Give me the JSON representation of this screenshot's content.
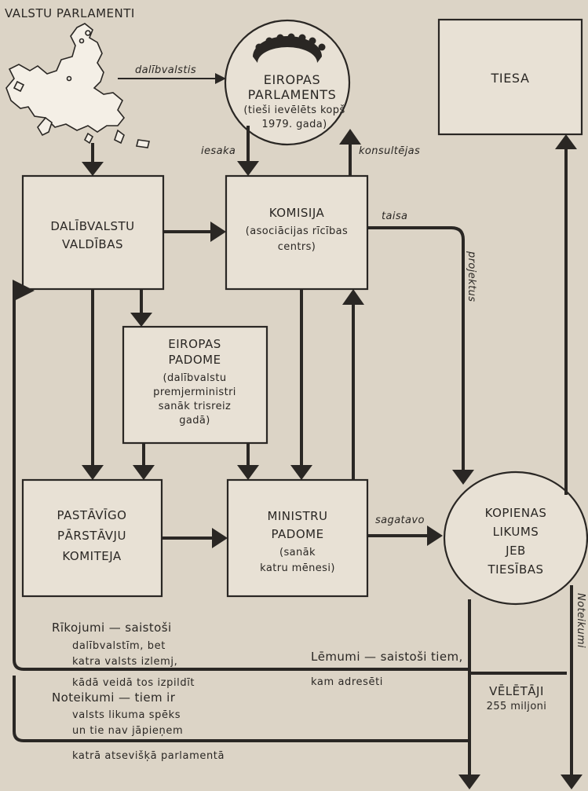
{
  "title": "VALSTU PARLAMENTI",
  "nodes": {
    "eiropas_parlaments": {
      "lines": [
        "EIROPAS",
        "PARLAMENTS"
      ],
      "sub": [
        "(tieši ievēlēts kopš",
        "1979. gada)"
      ]
    },
    "tiesa": {
      "lines": [
        "TIESA"
      ]
    },
    "dalibvalstu_valdibas": {
      "lines": [
        "DALĪBVALSTU",
        "VALDĪBAS"
      ]
    },
    "komisija": {
      "lines": [
        "KOMISIJA"
      ],
      "sub": [
        "(asociācijas rīcības",
        "centrs)"
      ]
    },
    "eiropas_padome": {
      "lines": [
        "EIROPAS",
        "PADOME"
      ],
      "sub": [
        "(dalībvalstu",
        "premjerministri",
        "sanāk trisreiz",
        "gadā)"
      ]
    },
    "pastavigo_komiteja": {
      "lines": [
        "PASTĀVĪGO",
        "PĀRSTĀVJU",
        "KOMITEJA"
      ]
    },
    "ministru_padome": {
      "lines": [
        "MINISTRU",
        "PADOME"
      ],
      "sub": [
        "(sanāk",
        "katru mēnesi)"
      ]
    },
    "kopienas_likums": {
      "lines": [
        "KOPIENAS",
        "LIKUMS",
        "JEB",
        "TIESĪBAS"
      ]
    },
    "veletaji": {
      "lines": [
        "VĒLĒTĀJI",
        "255 miljoni"
      ]
    }
  },
  "edge_labels": {
    "dalibvalstis": "dalībvalstis",
    "iesaka": "iesaka",
    "konsultejas": "konsultējas",
    "taisa": "taisa",
    "projektus": "projektus",
    "sagatavo": "sagatavo",
    "noteikumi": "Noteikumi"
  },
  "notes": {
    "rikojumi": [
      "Rīkojumi — saistoši",
      "dalībvalstīm,  bet",
      "katra  valsts  izlemj,",
      "kādā  veidā  tos  izpildīt"
    ],
    "noteikumi": [
      "Noteikumi — tiem ir",
      "valsts  likuma  spēks",
      "un  tie  nav  jāpieņem",
      "katrā  atsevišķā  parlamentā"
    ],
    "lemumi": [
      "Lēmumi — saistoši tiem,",
      "kam  adresēti"
    ]
  }
}
